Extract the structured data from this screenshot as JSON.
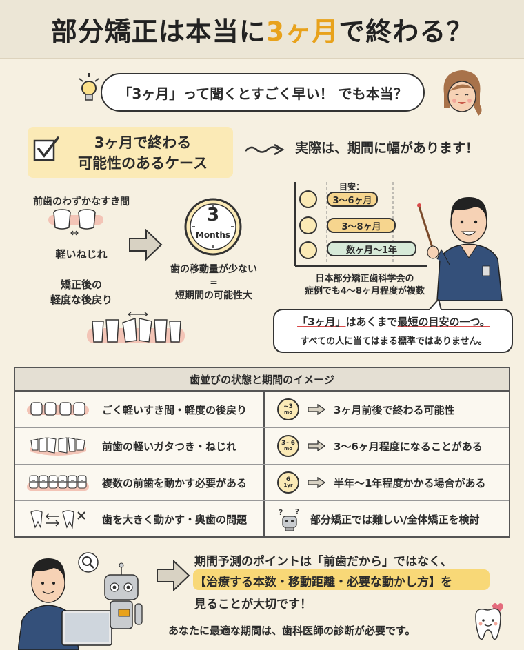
{
  "header": {
    "title_pre": "部分矯正は本当に",
    "title_hl": "3ヶ月",
    "title_post": "で終わる？"
  },
  "question_bubble": "「3ヶ月」って聞くとすごく早い！ でも本当？",
  "case_box": {
    "line1": "3ヶ月で終わる",
    "line2": "可能性のあるケース"
  },
  "reality_text": "実際は、期間に幅があります！",
  "left_cases": {
    "case1": "前歯のわずかなすき間",
    "case2": "軽いねじれ",
    "case3_line1": "矯正後の",
    "case3_line2": "軽度な後戻り"
  },
  "clock_main": {
    "number": "3",
    "label": "Months"
  },
  "clock_caption": {
    "line1": "歯の移動量が少ない",
    "line2": "=",
    "line3": "短期間の可能性大"
  },
  "timeline": {
    "label": "目安：",
    "bars": [
      "3〜6ヶ月",
      "3〜8ヶ月",
      "数ヶ月〜1年"
    ]
  },
  "society_note": {
    "line1": "日本部分矯正歯科学会の",
    "line2": "症例でも4〜8ヶ月程度が複数"
  },
  "doctor_bubble": {
    "line1_a": "「3ヶ月」",
    "line1_b": "はあくまで",
    "line1_c": "最短の目安の一つ。",
    "line2": "すべての人に当てはまる標準ではありません。"
  },
  "table": {
    "title": "歯並びの状態と期間のイメージ",
    "rows": [
      {
        "condition": "ごく軽いすき間・軽度の後戻り",
        "clock_top": "~3",
        "clock_bottom": "mo",
        "result": "3ヶ月前後で終わる可能性"
      },
      {
        "condition": "前歯の軽いガタつき・ねじれ",
        "clock_top": "3~6",
        "clock_bottom": "mo",
        "result": "3〜6ヶ月程度になることがある"
      },
      {
        "condition": "複数の前歯を動かす必要がある",
        "clock_top": "6",
        "clock_bottom": "1yr",
        "result": "半年〜1年程度かかる場合がある"
      },
      {
        "condition": "歯を大きく動かす・奥歯の問題",
        "clock_top": "? ?",
        "clock_bottom": "",
        "result": "部分矯正では難しい/全体矯正を検討"
      }
    ]
  },
  "footer": {
    "line1": "期間予測のポイントは「前歯だから」ではなく、",
    "line2": "【治療する本数・移動距離・必要な動かし方】を",
    "line3": "見ることが大切です！",
    "line4": "あなたに最適な期間は、歯科医師の診断が必要です。"
  },
  "colors": {
    "accent": "#e8a21c",
    "highlight_yellow": "#fbeab6",
    "bar_orange": "#f6d58e",
    "bar_green": "#d7ead8",
    "scrub_blue": "#34507a",
    "underline_red": "#d94a4a"
  }
}
